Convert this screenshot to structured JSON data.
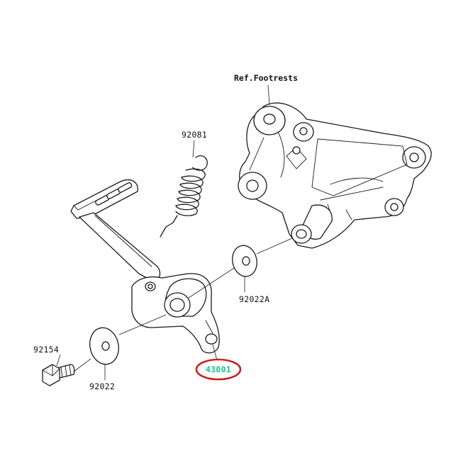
{
  "reference": {
    "label": "Ref.Footrests"
  },
  "parts": {
    "spring": "92081",
    "washer_a": "92022A",
    "bolt": "92154",
    "washer": "92022",
    "brake_pedal": "43001"
  },
  "highlight": {
    "part": "43001",
    "color": "#cc1f1f",
    "text_color": "#17c28a"
  }
}
